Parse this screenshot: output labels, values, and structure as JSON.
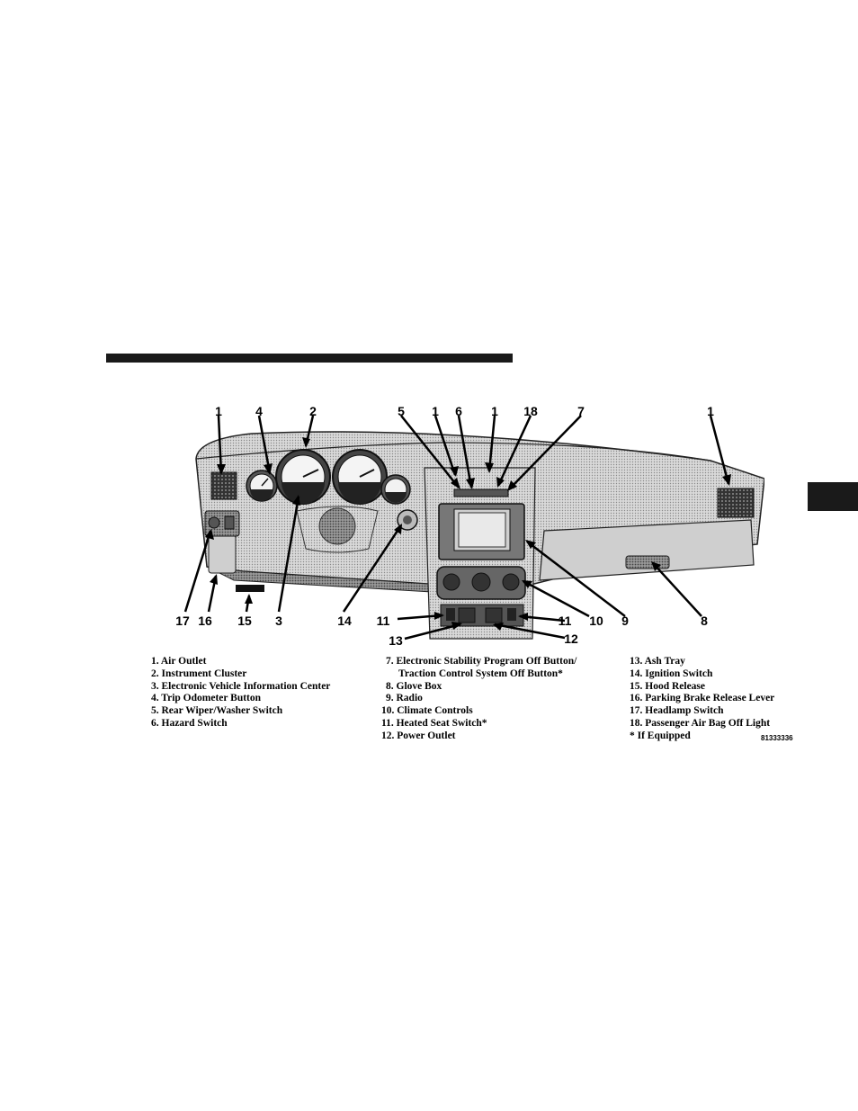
{
  "callouts": {
    "top": [
      "1",
      "4",
      "2",
      "5",
      "1",
      "6",
      "1",
      "18",
      "7",
      "1"
    ],
    "bottom": [
      "17",
      "16",
      "15",
      "3",
      "14",
      "11",
      "10",
      "9",
      "8",
      "11",
      "13",
      "12"
    ]
  },
  "legend": {
    "col1": [
      "1. Air Outlet",
      "2. Instrument Cluster",
      "3. Electronic Vehicle Information Center",
      "4. Trip Odometer Button",
      "5. Rear Wiper/Washer Switch",
      "6. Hazard Switch"
    ],
    "col2": [
      "7. Electronic Stability Program Off Button/",
      "Traction Control System Off Button*",
      "8. Glove Box",
      "9. Radio",
      "10. Climate Controls",
      "11. Heated Seat Switch*",
      "12. Power Outlet"
    ],
    "col3": [
      "13. Ash Tray",
      "14. Ignition Switch",
      "15. Hood Release",
      "16. Parking Brake Release Lever",
      "17. Headlamp Switch",
      "18. Passenger Air Bag Off Light",
      "* If Equipped"
    ]
  },
  "figure_id": "81333336"
}
